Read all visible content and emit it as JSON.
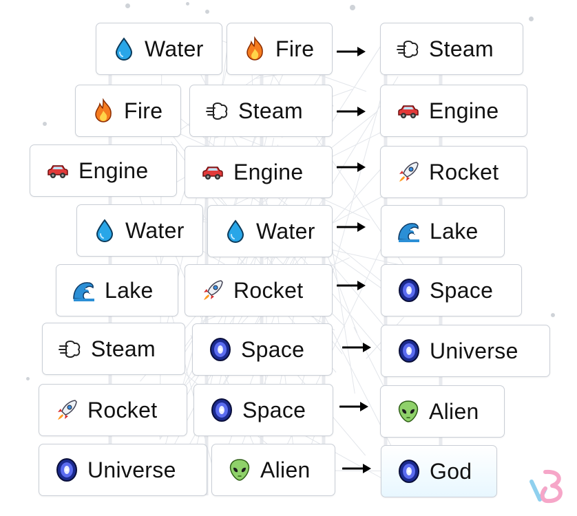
{
  "recipes": [
    {
      "first": {
        "label": "Water",
        "icon": "droplet-icon"
      },
      "second": {
        "label": "Fire",
        "icon": "fire-icon"
      },
      "result": {
        "label": "Steam",
        "icon": "steam-puff-icon"
      }
    },
    {
      "first": {
        "label": "Fire",
        "icon": "fire-icon"
      },
      "second": {
        "label": "Steam",
        "icon": "steam-puff-icon"
      },
      "result": {
        "label": "Engine",
        "icon": "red-car-icon"
      }
    },
    {
      "first": {
        "label": "Engine",
        "icon": "red-car-icon"
      },
      "second": {
        "label": "Engine",
        "icon": "red-car-icon"
      },
      "result": {
        "label": "Rocket",
        "icon": "rocket-icon"
      }
    },
    {
      "first": {
        "label": "Water",
        "icon": "droplet-icon"
      },
      "second": {
        "label": "Water",
        "icon": "droplet-icon"
      },
      "result": {
        "label": "Lake",
        "icon": "wave-icon"
      }
    },
    {
      "first": {
        "label": "Lake",
        "icon": "wave-icon"
      },
      "second": {
        "label": "Rocket",
        "icon": "rocket-icon"
      },
      "result": {
        "label": "Space",
        "icon": "galaxy-icon"
      }
    },
    {
      "first": {
        "label": "Steam",
        "icon": "steam-puff-icon"
      },
      "second": {
        "label": "Space",
        "icon": "galaxy-icon"
      },
      "result": {
        "label": "Universe",
        "icon": "galaxy-icon"
      }
    },
    {
      "first": {
        "label": "Rocket",
        "icon": "rocket-icon"
      },
      "second": {
        "label": "Space",
        "icon": "galaxy-icon"
      },
      "result": {
        "label": "Alien",
        "icon": "alien-icon"
      }
    },
    {
      "first": {
        "label": "Universe",
        "icon": "galaxy-icon"
      },
      "second": {
        "label": "Alien",
        "icon": "alien-icon"
      },
      "result": {
        "label": "God",
        "icon": "galaxy-icon"
      }
    }
  ],
  "colors": {
    "card_border": "#c9ced6",
    "god_card_tint": "#e8f7ff",
    "arrow": "#000000",
    "logo_pink": "#f6a6c8",
    "logo_blue": "#8fd0ee"
  },
  "logo": {
    "icon": "brand-logo-icon"
  }
}
